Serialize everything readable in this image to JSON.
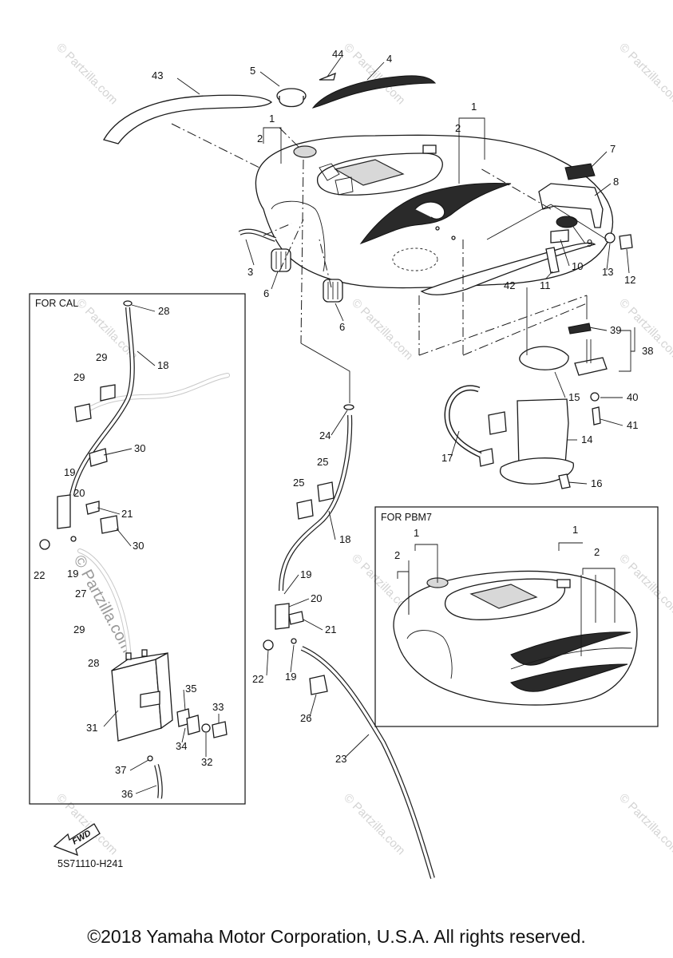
{
  "watermark": "© Partzilla.com",
  "inset_cal_label": "FOR CAL",
  "inset_pbm7_label": "FOR PBM7",
  "diagram_code": "5S71110-H241",
  "fwd_label": "FWD",
  "copyright": "©2018 Yamaha Motor Corporation, U.S.A. All rights reserved.",
  "callouts": {
    "n1": "1",
    "n2": "2",
    "n3": "3",
    "n4": "4",
    "n5": "5",
    "n6": "6",
    "n7": "7",
    "n8": "8",
    "n9": "9",
    "n10": "10",
    "n11": "11",
    "n12": "12",
    "n13": "13",
    "n14": "14",
    "n15": "15",
    "n16": "16",
    "n17": "17",
    "n18": "18",
    "n19": "19",
    "n20": "20",
    "n21": "21",
    "n22": "22",
    "n23": "23",
    "n24": "24",
    "n25": "25",
    "n26": "26",
    "n27": "27",
    "n28": "28",
    "n29": "29",
    "n30": "30",
    "n31": "31",
    "n32": "32",
    "n33": "33",
    "n34": "34",
    "n35": "35",
    "n36": "36",
    "n37": "37",
    "n38": "38",
    "n39": "39",
    "n40": "40",
    "n41": "41",
    "n42": "42",
    "n43": "43",
    "n44": "44"
  }
}
